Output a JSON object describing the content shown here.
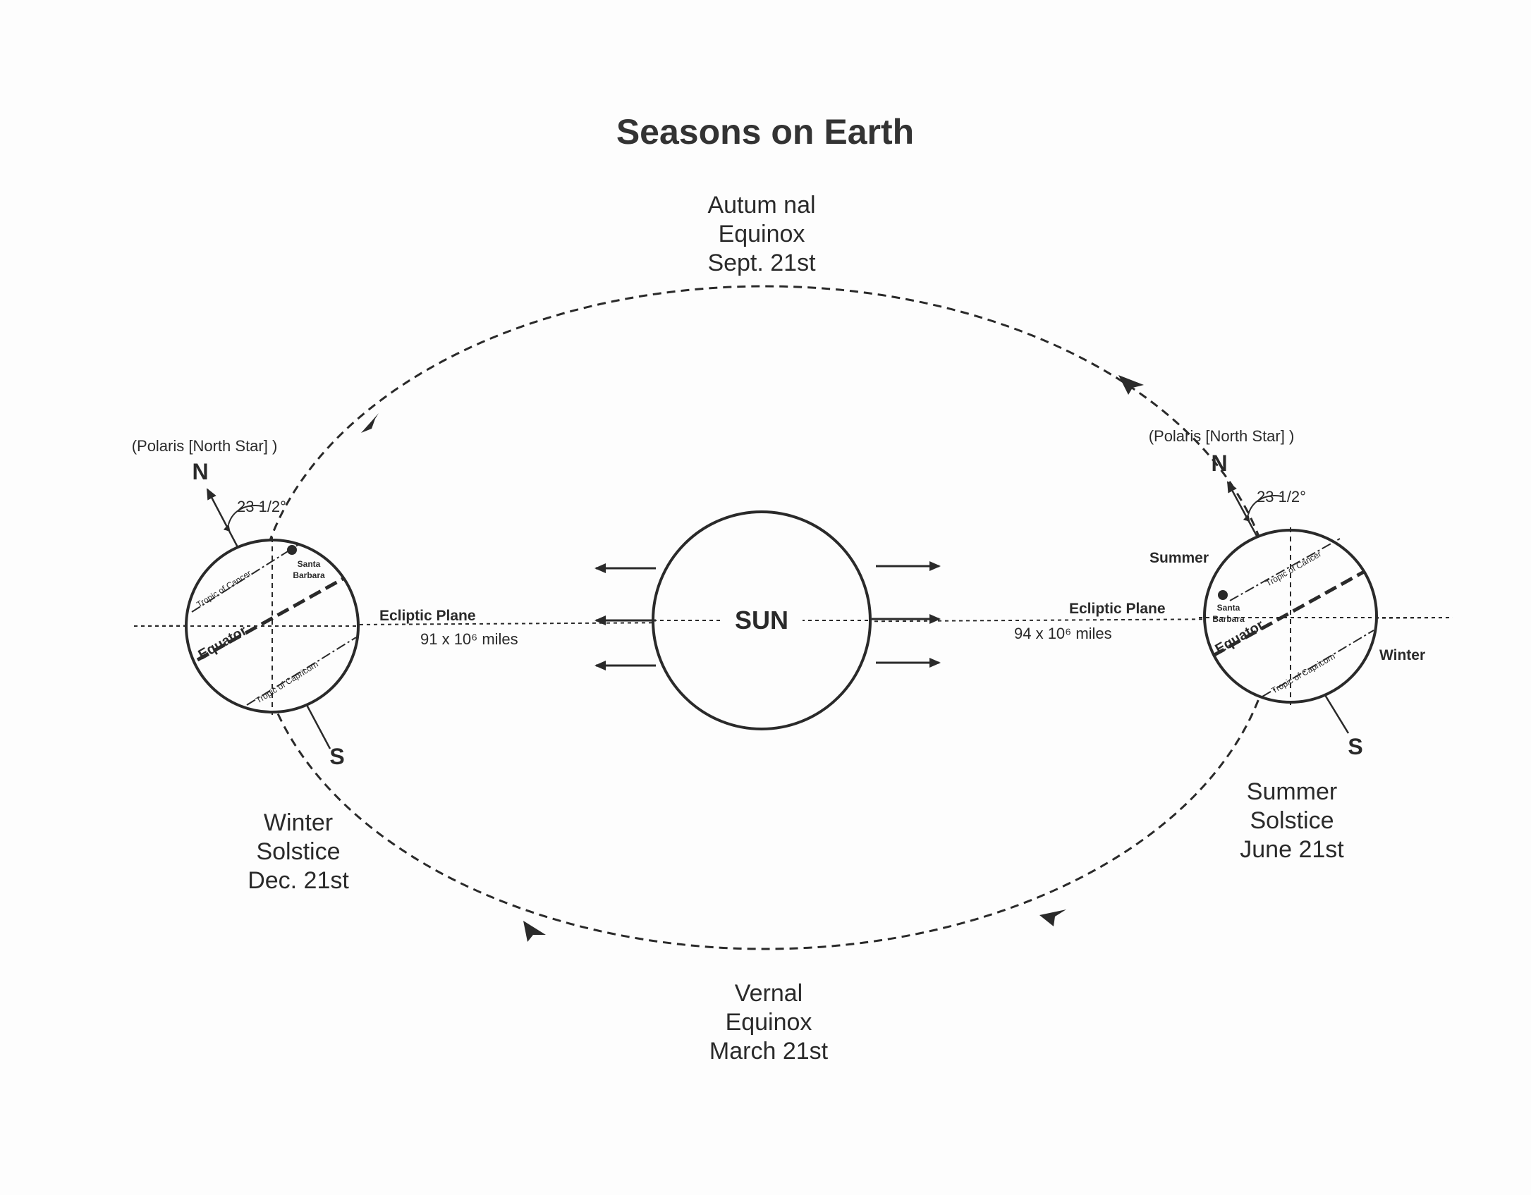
{
  "title": "Seasons on Earth",
  "autumnal": {
    "line1": "Autum nal",
    "line2": "Equinox",
    "line3": "Sept. 21st"
  },
  "vernal": {
    "line1": "Vernal",
    "line2": "Equinox",
    "line3": "March 21st"
  },
  "winter_solstice": {
    "line1": "Winter",
    "line2": "Solstice",
    "line3": "Dec. 21st"
  },
  "summer_solstice": {
    "line1": "Summer",
    "line2": "Solstice",
    "line3": "June 21st"
  },
  "sun_label": "SUN",
  "left_earth": {
    "polaris": "(Polaris [North Star] )",
    "north": "N",
    "south": "S",
    "tilt": "23 1/2°",
    "tropic_cancer": "Tropic of Cancer",
    "tropic_capricorn": "Tropic of Capricorn",
    "equator": "Equator",
    "city_line1": "Santa",
    "city_line2": "Barbara",
    "plane_label": "Ecliptic Plane",
    "distance": "91 x 10⁶ miles"
  },
  "right_earth": {
    "polaris": "(Polaris [North Star] )",
    "north": "N",
    "south": "S",
    "tilt": "23 1/2°",
    "tropic_cancer": "Tropic of Cancer",
    "tropic_capricorn": "Tropic of Capricorn",
    "equator": "Equator",
    "city_line1": "Santa",
    "city_line2": "Barbara",
    "plane_label": "Ecliptic Plane",
    "distance": "94 x 10⁶ miles",
    "summer_label": "Summer",
    "winter_label": "Winter"
  },
  "colors": {
    "ink": "#2a2a2a",
    "paper": "#fdfdfd"
  }
}
